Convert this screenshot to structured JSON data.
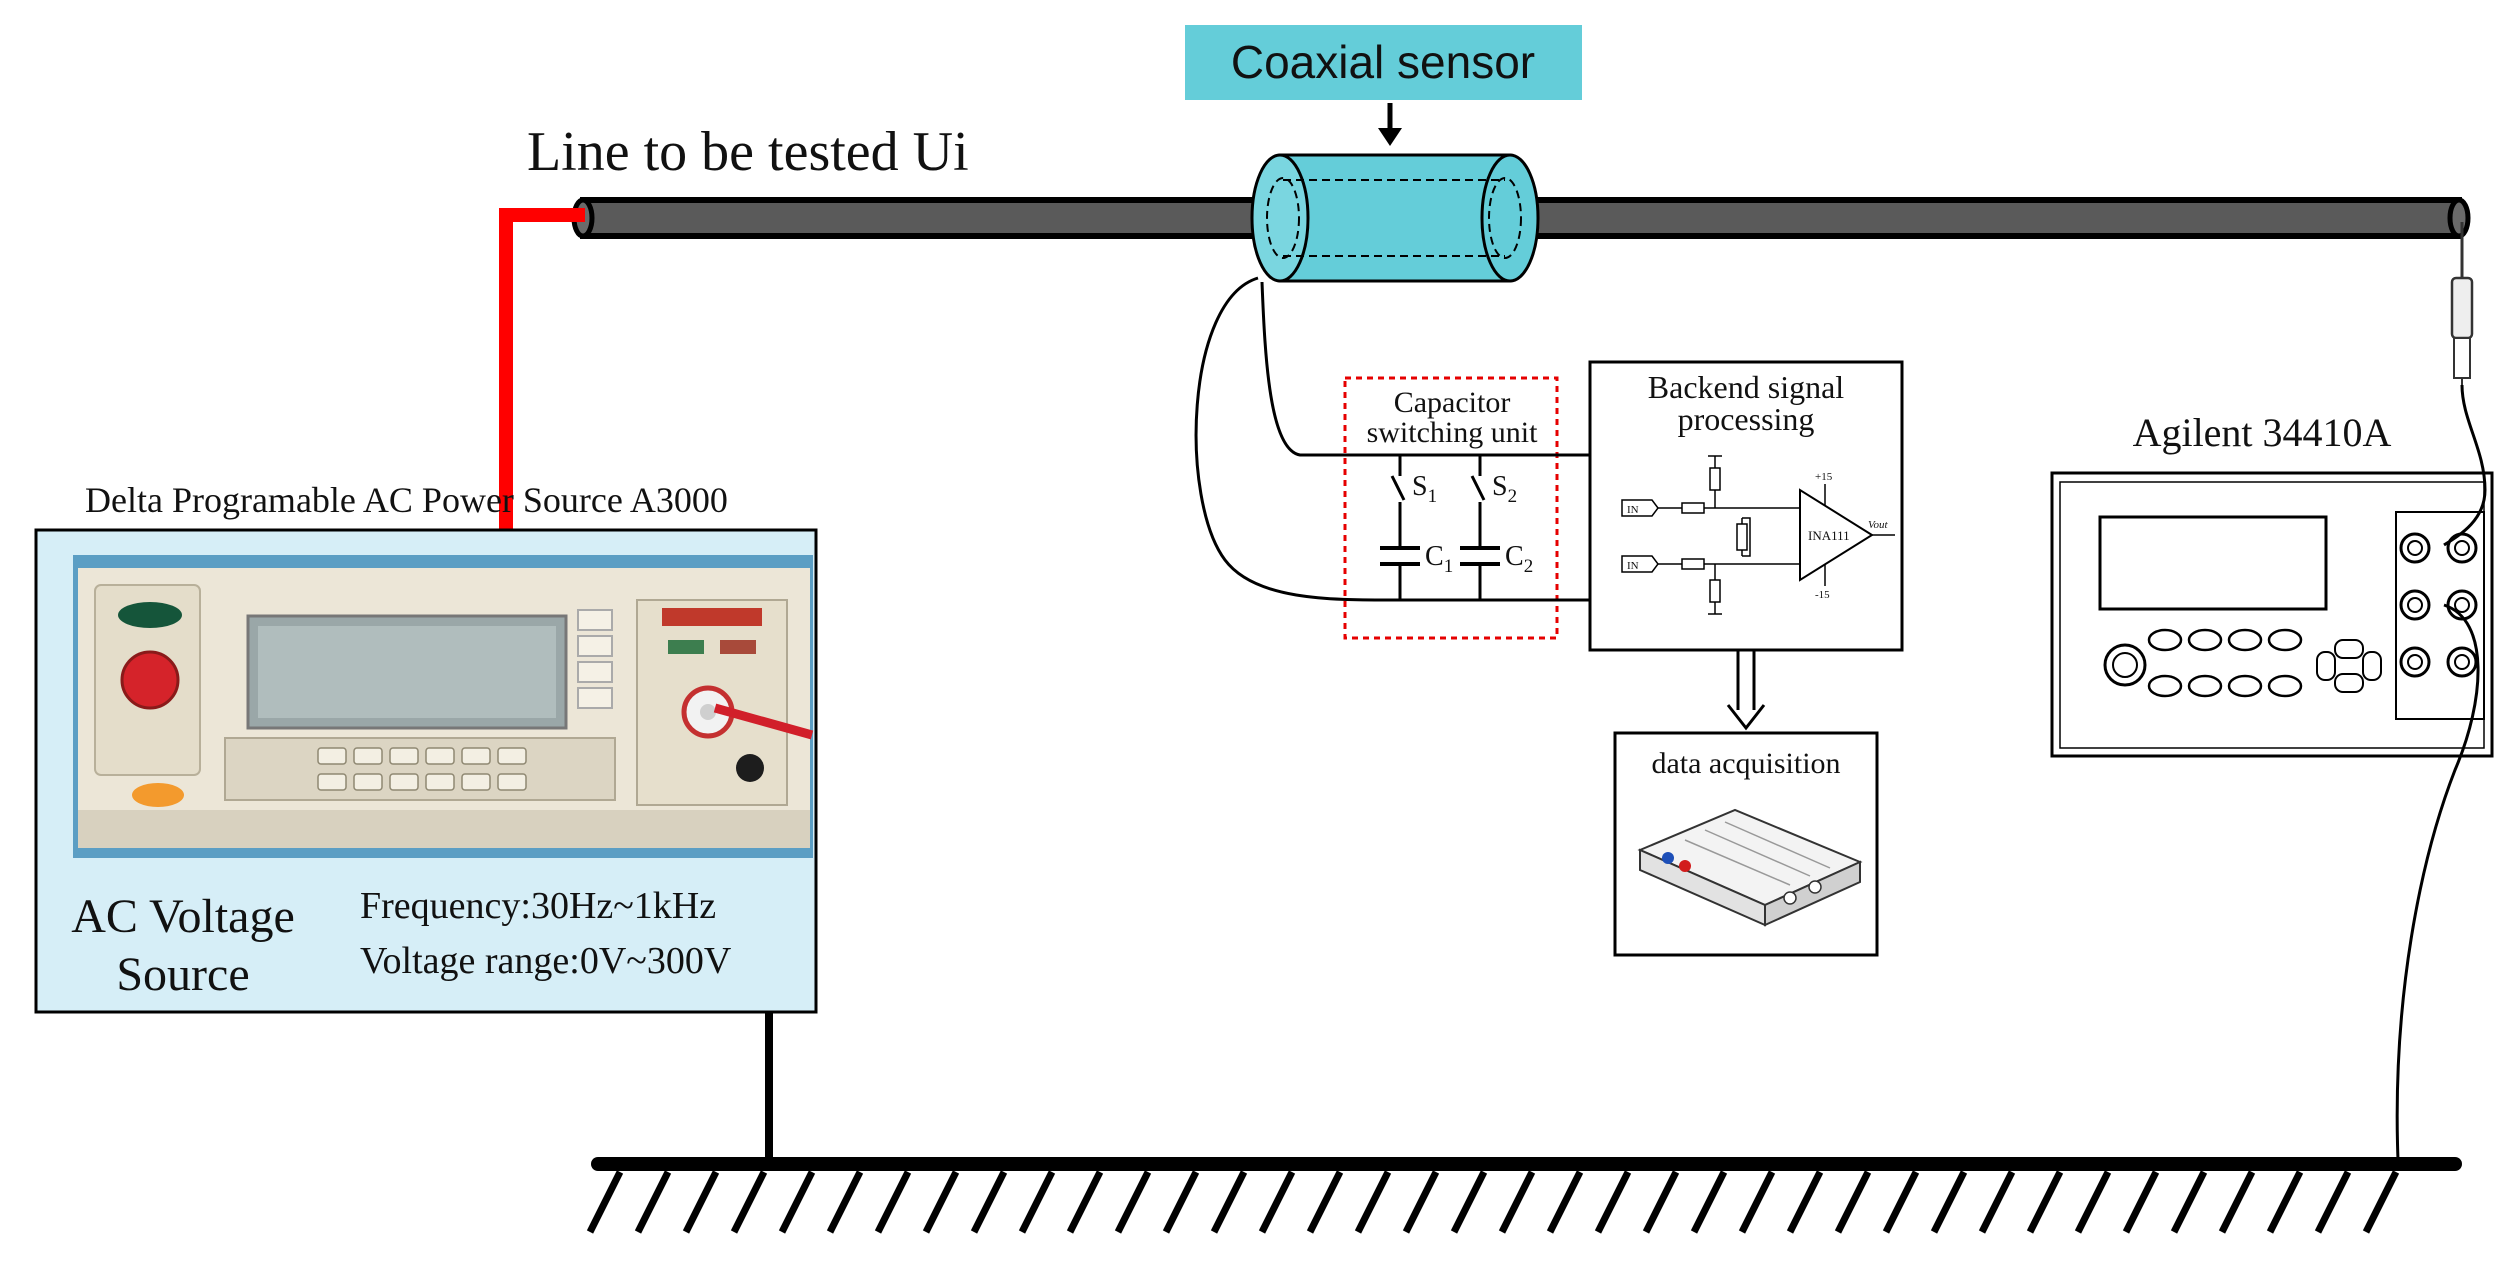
{
  "line_label": "Line to be tested Ui",
  "coaxial_sensor": "Coaxial sensor",
  "power_source": {
    "title": "Delta Programable AC Power Source A3000",
    "name_line1": "AC Voltage",
    "name_line2": "Source",
    "frequency": "Frequency:30Hz~1kHz",
    "voltage_range": "Voltage range:0V~300V"
  },
  "capacitor_unit": {
    "label_line1": "Capacitor",
    "label_line2": "switching unit",
    "s1": "S",
    "s1_sub": "1",
    "s2": "S",
    "s2_sub": "2",
    "c1": "C",
    "c1_sub": "1",
    "c2": "C",
    "c2_sub": "2"
  },
  "backend": {
    "label_line1": "Backend signal",
    "label_line2": "processing",
    "chip": "INA111",
    "in_label": "IN",
    "out_label": "Vout",
    "plus15": "+15",
    "minus15": "-15"
  },
  "data_acquisition": "data acquisition",
  "multimeter": "Agilent 34410A",
  "colors": {
    "red_wire": "#ff0000",
    "sensor_fill": "#64cdd9",
    "power_box_fill": "#d6eef7",
    "dashed_red": "#e60000"
  }
}
